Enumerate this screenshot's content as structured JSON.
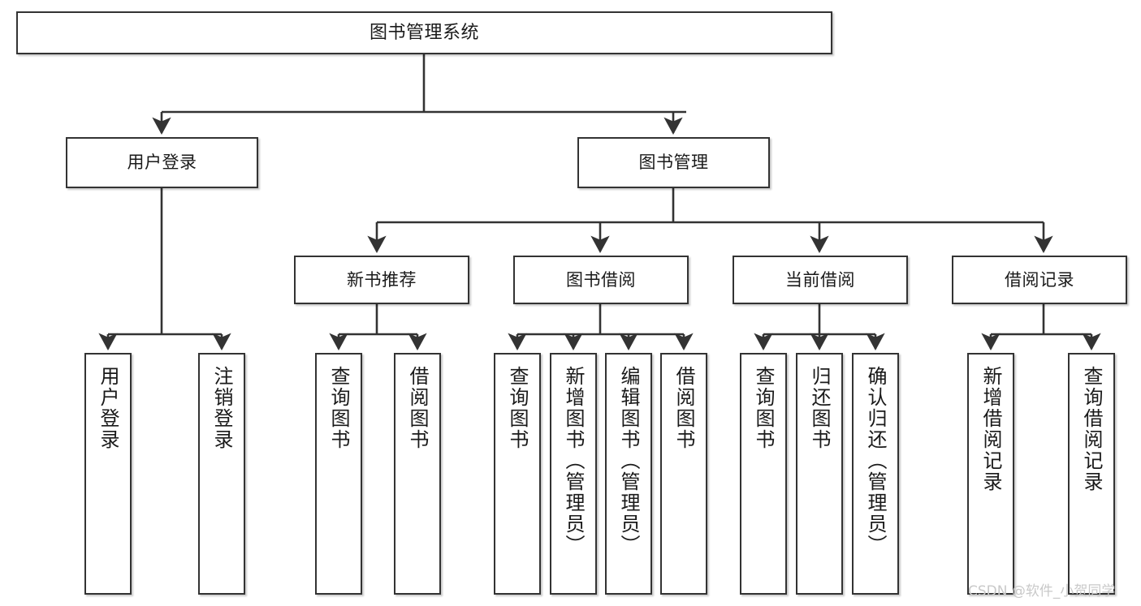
{
  "diagram": {
    "title": "图书管理系统",
    "type": "hierarchy-tree",
    "watermark": "CSDN @软件_小贺同学",
    "colors": {
      "box_border": "#333333",
      "box_fill": "#ffffff",
      "edge": "#333333",
      "text": "#1a1a1a",
      "watermark": "#c9c9c9",
      "background": "#ffffff"
    },
    "nodes": {
      "root": {
        "label": "图书管理系统"
      },
      "level2": [
        {
          "id": "user-login",
          "label": "用户登录"
        },
        {
          "id": "book-management",
          "label": "图书管理"
        }
      ],
      "level3": [
        {
          "id": "new-book-recommend",
          "label": "新书推荐"
        },
        {
          "id": "book-borrow",
          "label": "图书借阅"
        },
        {
          "id": "current-borrow",
          "label": "当前借阅"
        },
        {
          "id": "borrow-record",
          "label": "借阅记录"
        }
      ],
      "leaves": {
        "user_login": [
          {
            "id": "leaf-user-login",
            "label": "用户登录"
          },
          {
            "id": "leaf-logout-login",
            "label": "注销登录"
          }
        ],
        "new_book_recommend": [
          {
            "id": "leaf-query-book-1",
            "label": "查询图书"
          },
          {
            "id": "leaf-borrow-book-1",
            "label": "借阅图书"
          }
        ],
        "book_borrow": [
          {
            "id": "leaf-query-book-2",
            "label": "查询图书"
          },
          {
            "id": "leaf-add-book",
            "label": "新增图书（管理员）"
          },
          {
            "id": "leaf-edit-book",
            "label": "编辑图书（管理员）"
          },
          {
            "id": "leaf-borrow-book-2",
            "label": "借阅图书"
          }
        ],
        "current_borrow": [
          {
            "id": "leaf-query-book-3",
            "label": "查询图书"
          },
          {
            "id": "leaf-return-book",
            "label": "归还图书"
          },
          {
            "id": "leaf-confirm-return",
            "label": "确认归还（管理员）"
          }
        ],
        "borrow_record": [
          {
            "id": "leaf-add-borrow-record",
            "label": "新增借阅记录"
          },
          {
            "id": "leaf-query-borrow-record",
            "label": "查询借阅记录"
          }
        ]
      }
    }
  }
}
